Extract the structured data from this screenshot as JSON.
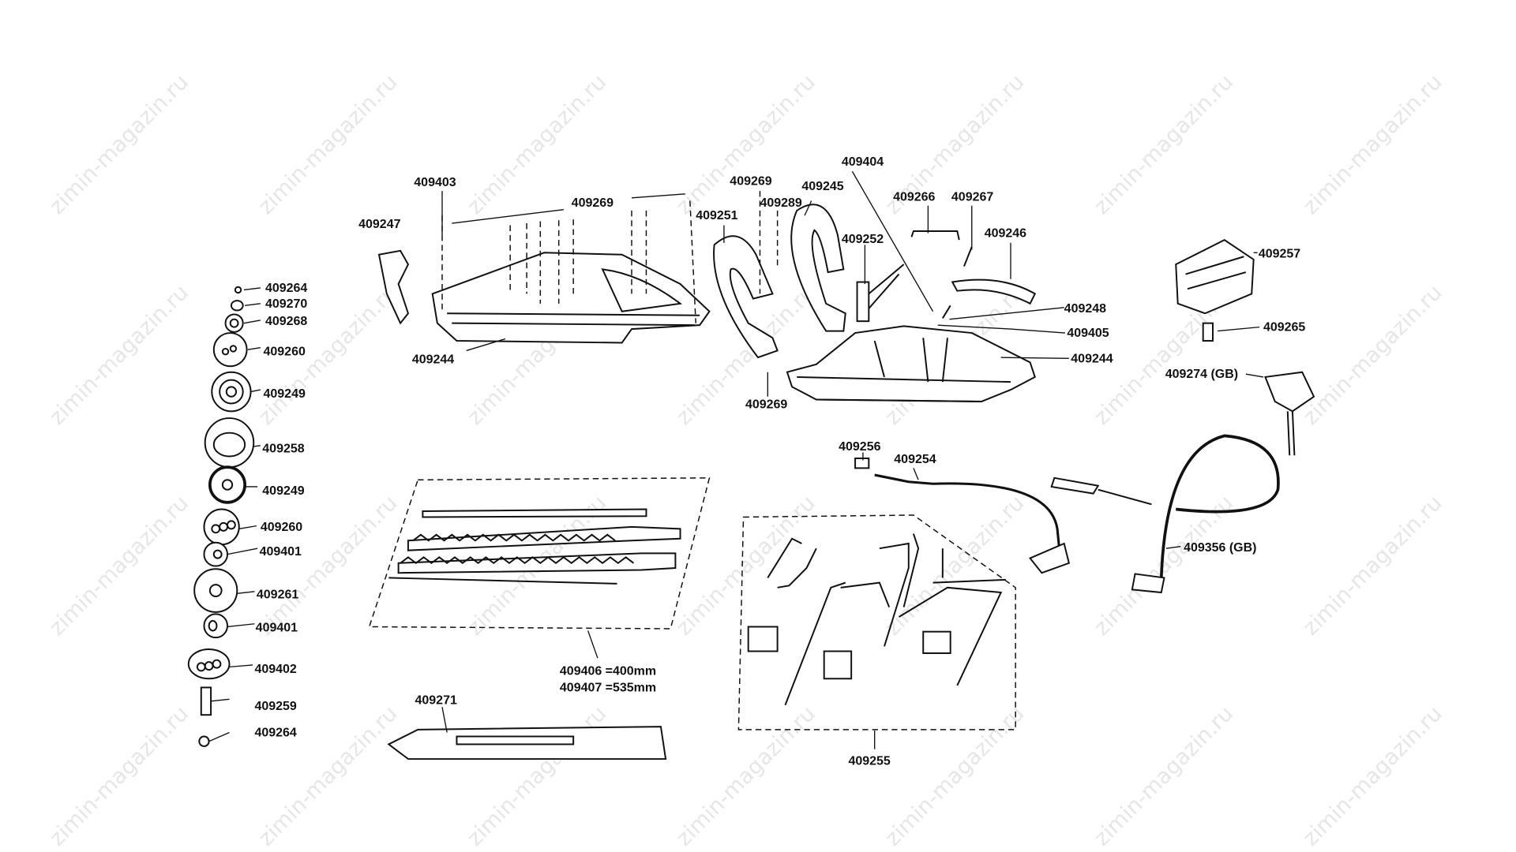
{
  "diagram": {
    "watermark": "zimin-magazin.ru",
    "labels": {
      "l409403": "409403",
      "l409269_top": "409269",
      "l409247": "409247",
      "l409264_a": "409264",
      "l409270": "409270",
      "l409268": "409268",
      "l409260_a": "409260",
      "l409249_a": "409249",
      "l409258": "409258",
      "l409249_b": "409249",
      "l409260_b": "409260",
      "l409401_a": "409401",
      "l409261": "409261",
      "l409401_b": "409401",
      "l409402": "409402",
      "l409259": "409259",
      "l409264_b": "409264",
      "l409244_left": "409244",
      "l409269_mid": "409269",
      "l409245": "409245",
      "l409289": "409289",
      "l409251": "409251",
      "l409404": "409404",
      "l409266": "409266",
      "l409267": "409267",
      "l409252": "409252",
      "l409246": "409246",
      "l409248": "409248",
      "l409405": "409405",
      "l409244_right": "409244",
      "l409269_bottom": "409269",
      "l409257": "409257",
      "l409265": "409265",
      "l409274": "409274 (GB)",
      "l409256": "409256",
      "l409254": "409254",
      "l409356": "409356 (GB)",
      "l409406": "409406 =400mm",
      "l409407": "409407 =535mm",
      "l409271": "409271",
      "l409255": "409255"
    }
  }
}
